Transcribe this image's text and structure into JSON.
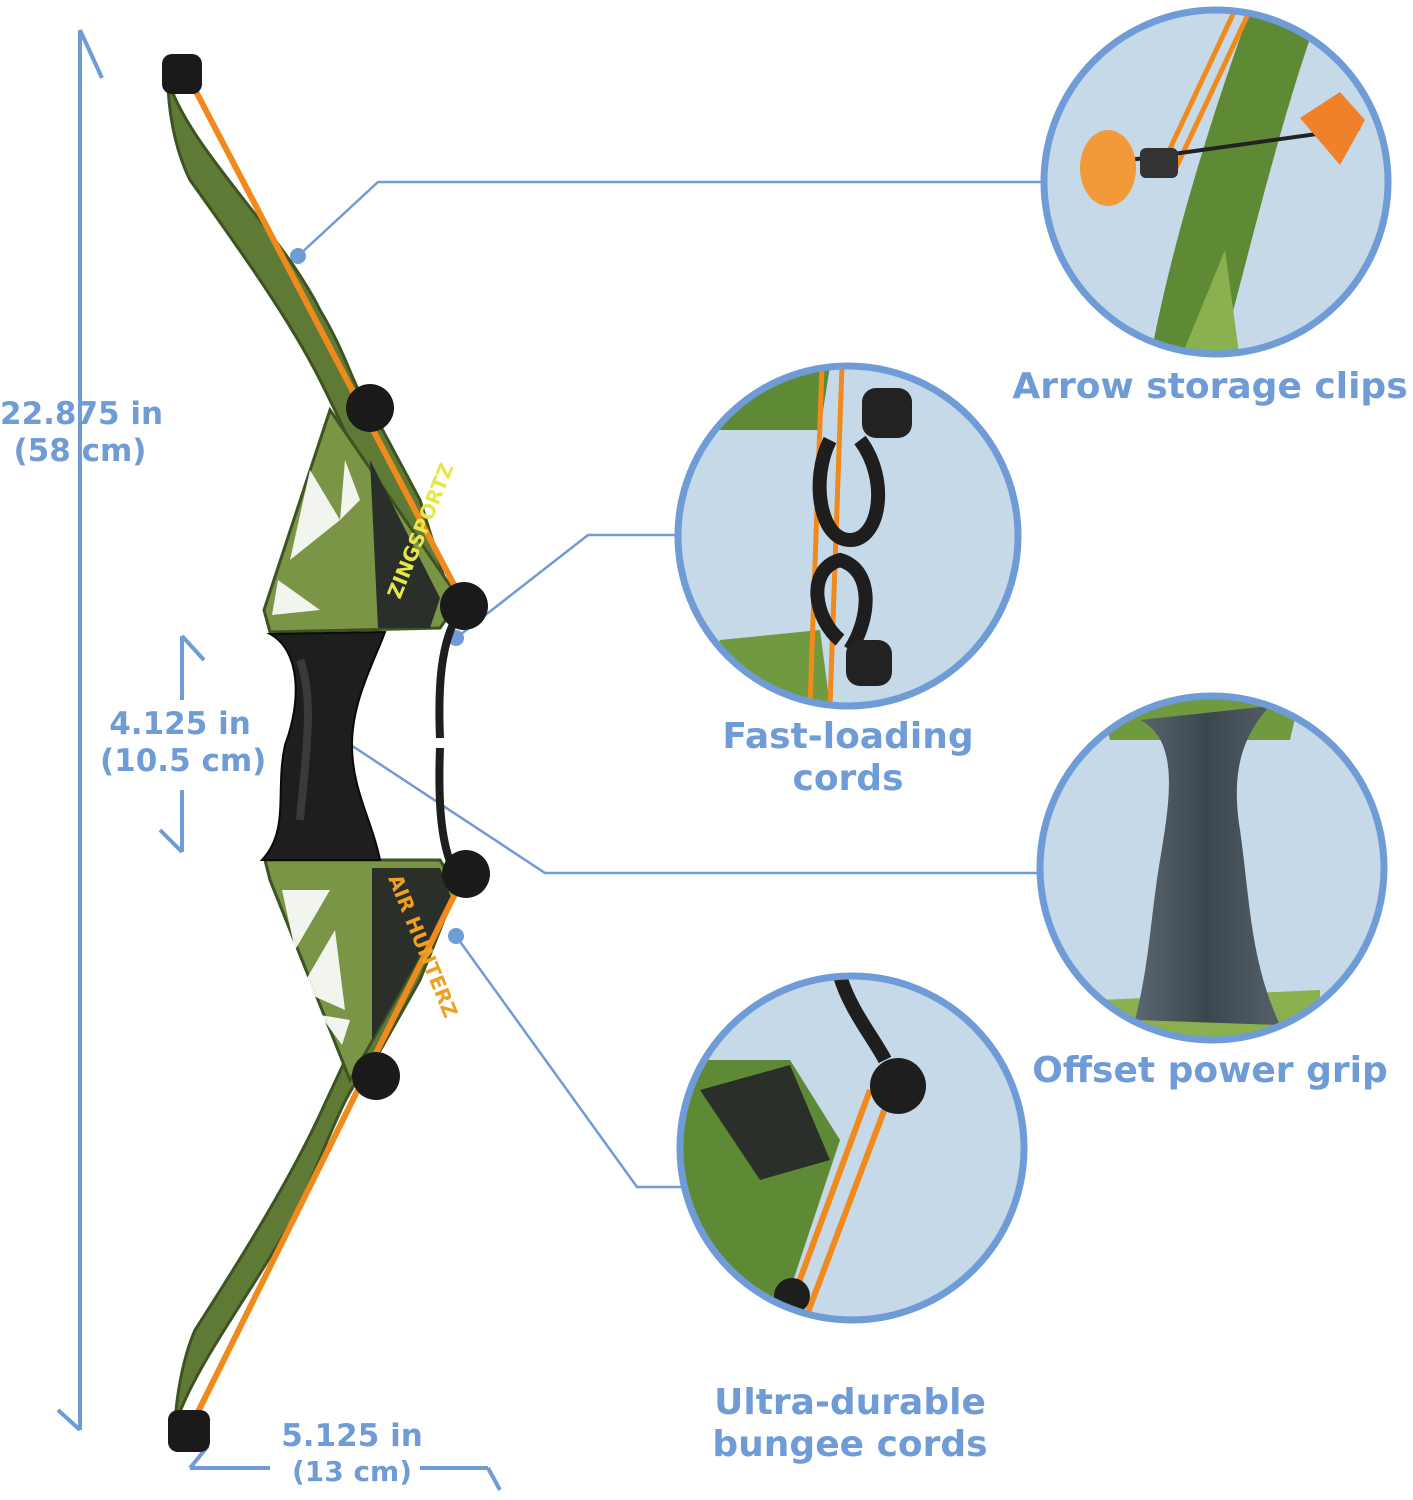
{
  "colors": {
    "accent_blue": "#6f9bd6",
    "bow_green": "#5f7a35",
    "bow_green_light": "#8aa35a",
    "string_orange": "#f08a1c",
    "grip_black": "#1e1e1e"
  },
  "dimensions": {
    "height": {
      "value": "22.875 in",
      "metric": "(58 cm)"
    },
    "grip": {
      "value": "4.125 in",
      "metric": "(10.5 cm)"
    },
    "width": {
      "value": "5.125 in",
      "metric": "(13 cm)"
    }
  },
  "features": [
    {
      "line1": "Arrow storage clips",
      "line2": "",
      "icon": "arrow-clip-photo"
    },
    {
      "line1": "Fast-loading",
      "line2": "cords",
      "icon": "shackle-cord-photo"
    },
    {
      "line1": "Offset power grip",
      "line2": "",
      "icon": "grip-photo"
    },
    {
      "line1": "Ultra-durable",
      "line2": "bungee cords",
      "icon": "bungee-photo"
    }
  ],
  "logos": {
    "top": "ZINGSPORTZ",
    "bottom": "AIR HUNTERZ"
  }
}
